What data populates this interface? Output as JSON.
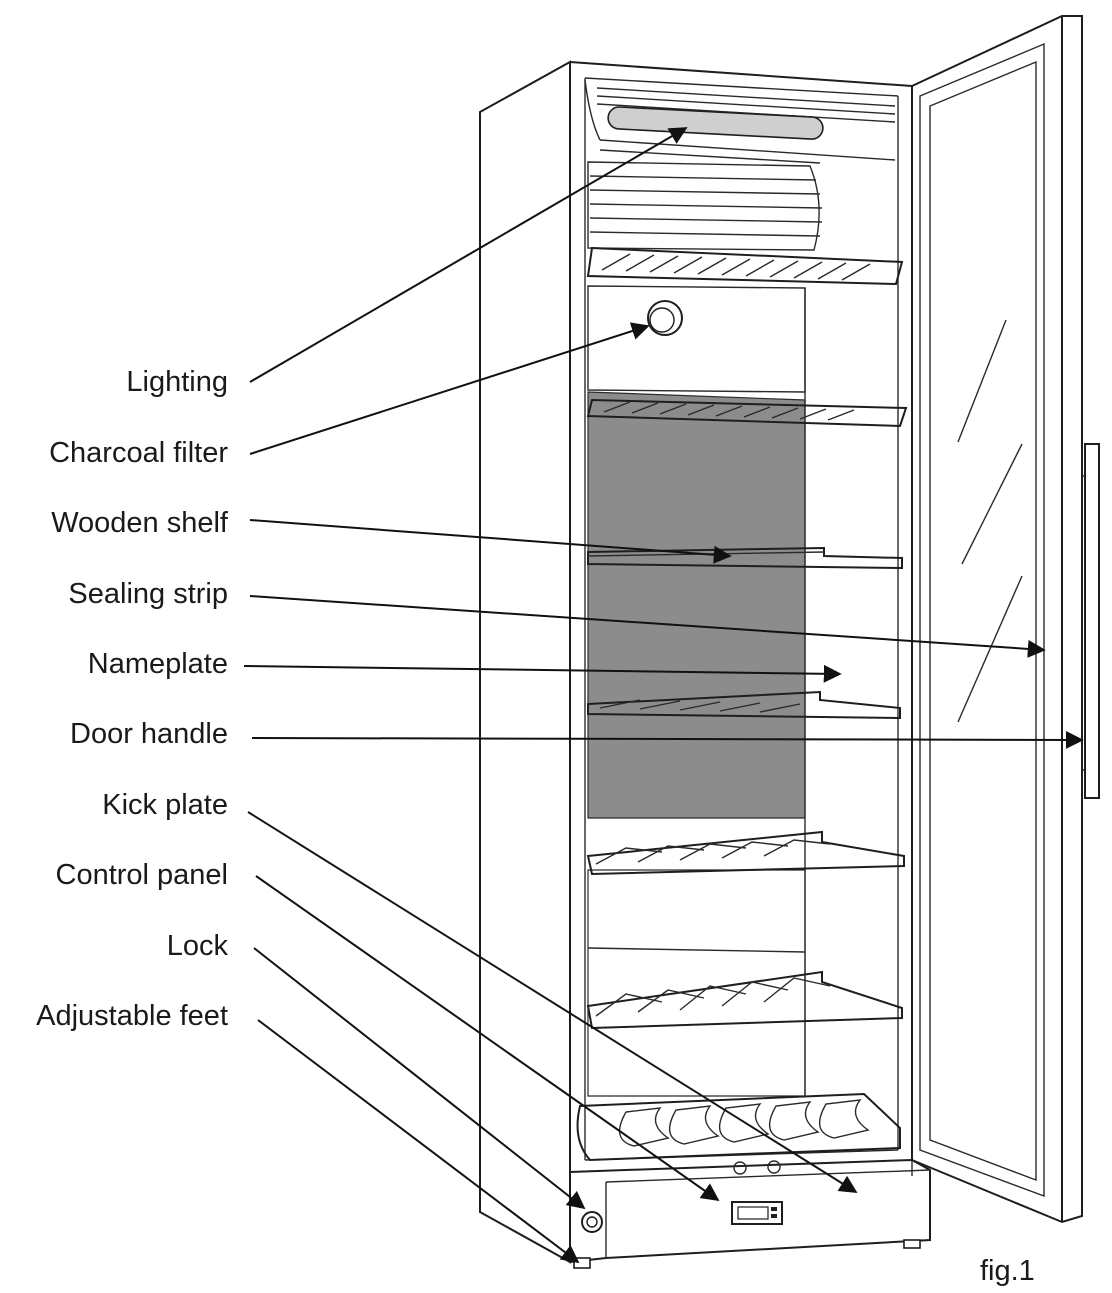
{
  "diagram": {
    "labels": [
      "Lighting",
      "Charcoal filter",
      "Wooden shelf",
      "Sealing strip",
      "Nameplate",
      "Door handle",
      "Kick plate",
      "Control panel",
      "Lock",
      "Adjustable feet"
    ],
    "caption": "fig.1",
    "colors": {
      "line": "#1e1e1e",
      "back_panel": "#8c8c8c",
      "light_bar": "#cfcfcf",
      "background": "#ffffff"
    }
  }
}
